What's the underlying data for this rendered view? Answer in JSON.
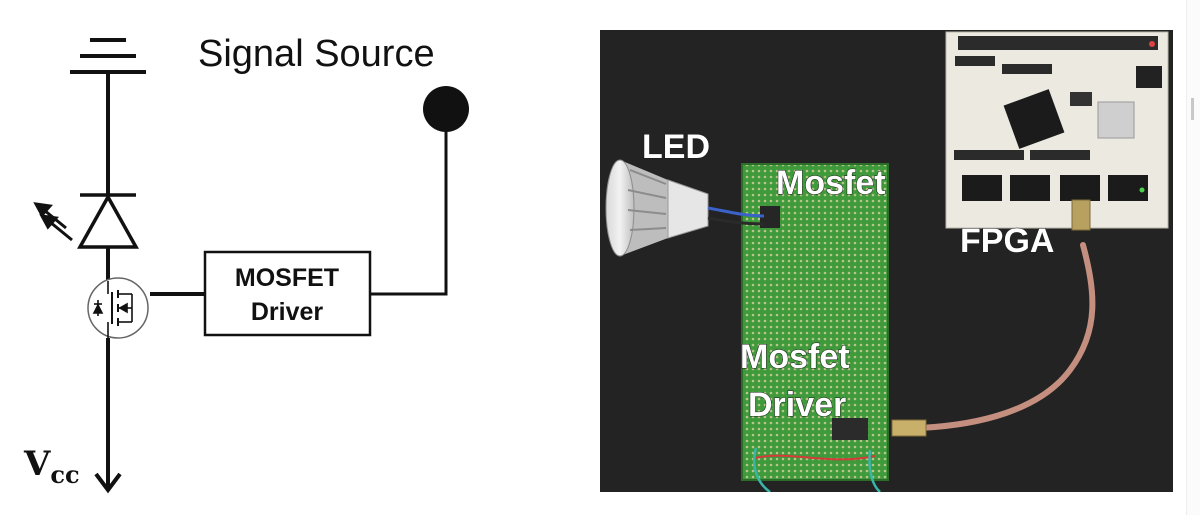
{
  "schematic": {
    "signal_source_label": "Signal Source",
    "driver_box_line1": "MOSFET",
    "driver_box_line2": "Driver",
    "vcc_label": "V",
    "vcc_subscript": "cc"
  },
  "photo": {
    "led_label": "LED",
    "mosfet_label": "Mosfet",
    "fpga_label": "FPGA",
    "driver_label_line1": "Mosfet",
    "driver_label_line2": "Driver"
  }
}
